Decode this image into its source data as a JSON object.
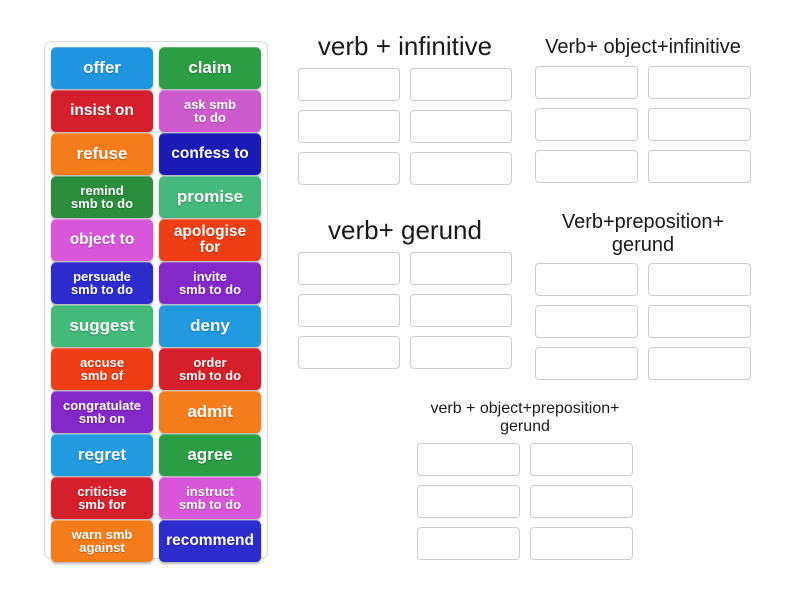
{
  "tile_bank": {
    "name": "word-tile-bank",
    "tiles": [
      {
        "label": "offer",
        "color": "#2196e0",
        "lines": 1
      },
      {
        "label": "claim",
        "color": "#2a9d45",
        "lines": 1
      },
      {
        "label": "insist on",
        "color": "#d51f2c",
        "lines": 1
      },
      {
        "label": "ask smb\nto do",
        "color": "#cd5bcd",
        "lines": 2
      },
      {
        "label": "refuse",
        "color": "#f47c1b",
        "lines": 1
      },
      {
        "label": "confess to",
        "color": "#1a1ab5",
        "lines": 1
      },
      {
        "label": "remind\nsmb to do",
        "color": "#2a8c3c",
        "lines": 2
      },
      {
        "label": "promise",
        "color": "#45b97c",
        "lines": 1
      },
      {
        "label": "object to",
        "color": "#d857d8",
        "lines": 1
      },
      {
        "label": "apologise for",
        "color": "#ef3e14",
        "lines": 1
      },
      {
        "label": "persuade\nsmb to do",
        "color": "#2c2ccc",
        "lines": 2
      },
      {
        "label": "invite\nsmb to do",
        "color": "#8429c9",
        "lines": 2
      },
      {
        "label": "suggest",
        "color": "#43b97a",
        "lines": 1
      },
      {
        "label": "deny",
        "color": "#219ae0",
        "lines": 1
      },
      {
        "label": "accuse\nsmb of",
        "color": "#ef3e14",
        "lines": 2
      },
      {
        "label": "order\nsmb to do",
        "color": "#d51f2c",
        "lines": 2
      },
      {
        "label": "congratulate\nsmb on",
        "color": "#8429c9",
        "lines": 2
      },
      {
        "label": "admit",
        "color": "#f47c1b",
        "lines": 1
      },
      {
        "label": "regret",
        "color": "#219ae0",
        "lines": 1
      },
      {
        "label": "agree",
        "color": "#2a9d45",
        "lines": 1
      },
      {
        "label": "criticise\nsmb for",
        "color": "#d51f2c",
        "lines": 2
      },
      {
        "label": "instruct\nsmb to do",
        "color": "#d857d8",
        "lines": 2
      },
      {
        "label": "warn smb\nagainst",
        "color": "#f47c1b",
        "lines": 2
      },
      {
        "label": "recommend",
        "color": "#2c2ccc",
        "lines": 1
      }
    ]
  },
  "categories": [
    {
      "id": "cat-vi",
      "title": "verb + infinitive",
      "slots": 6
    },
    {
      "id": "cat-voi",
      "title": "Verb+ object+infinitive",
      "slots": 6
    },
    {
      "id": "cat-vg",
      "title": "verb+ gerund",
      "slots": 6
    },
    {
      "id": "cat-vpg",
      "title": "Verb+preposition+\ngerund",
      "slots": 6
    },
    {
      "id": "cat-vopg",
      "title": "verb + object+preposition+\ngerund",
      "slots": 6
    }
  ],
  "colors": {
    "page_background": "#ffffff",
    "slot_border": "#cfcfcf",
    "bank_border": "#dcdcdc",
    "title_text": "#1a1a1a",
    "tile_text": "#ffffff"
  }
}
